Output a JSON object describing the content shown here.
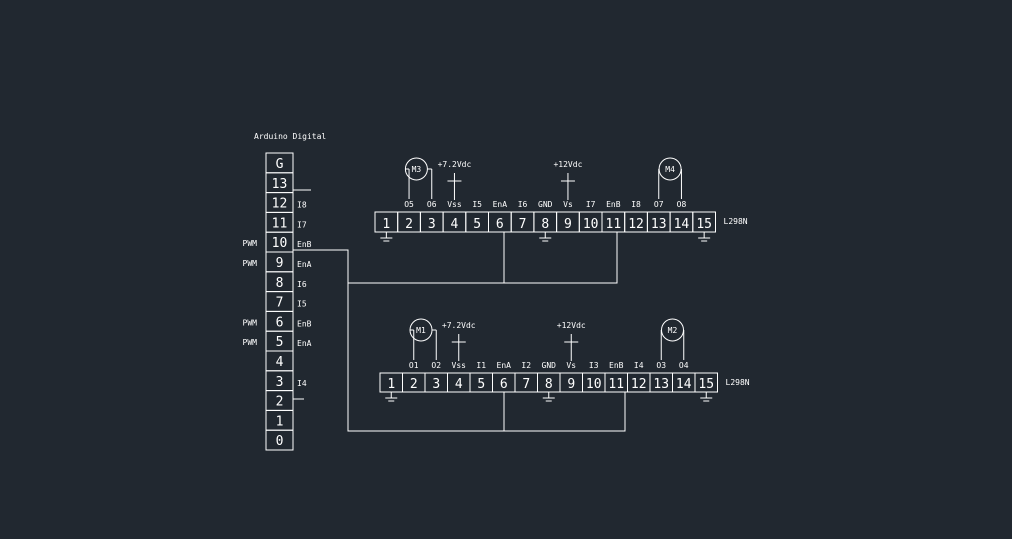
{
  "arduino": {
    "title": "Arduino Digital",
    "pins": [
      "G",
      "13",
      "12",
      "11",
      "10",
      "9",
      "8",
      "7",
      "6",
      "5",
      "4",
      "3",
      "2",
      "1",
      "0"
    ],
    "left_labels": {
      "10": "PWM",
      "9": "PWM",
      "6": "PWM",
      "5": "PWM"
    },
    "right_labels": {
      "12": "I8",
      "11": "I7",
      "10": "EnB",
      "9": "EnA",
      "8": "I6",
      "7": "I5",
      "6": "EnB",
      "5": "EnA",
      "3": "I4"
    }
  },
  "drivers": [
    {
      "name": "L298N",
      "pins": [
        "1",
        "2",
        "3",
        "4",
        "5",
        "6",
        "7",
        "8",
        "9",
        "10",
        "11",
        "12",
        "13",
        "14",
        "15"
      ],
      "pin_labels": {
        "2": "O5",
        "3": "O6",
        "4": "Vss",
        "5": "I5",
        "6": "EnA",
        "7": "I6",
        "8": "GND",
        "9": "Vs",
        "10": "I7",
        "11": "EnB",
        "12": "I8",
        "13": "O7",
        "14": "O8"
      },
      "supply_left": "+7.2Vdc",
      "supply_right": "+12Vdc",
      "motor_left": "M3",
      "motor_right": "M4"
    },
    {
      "name": "L298N",
      "pins": [
        "1",
        "2",
        "3",
        "4",
        "5",
        "6",
        "7",
        "8",
        "9",
        "10",
        "11",
        "12",
        "13",
        "14",
        "15"
      ],
      "pin_labels": {
        "2": "O1",
        "3": "O2",
        "4": "Vss",
        "5": "I1",
        "6": "EnA",
        "7": "I2",
        "8": "GND",
        "9": "Vs",
        "10": "I3",
        "11": "EnB",
        "12": "I4",
        "13": "O3",
        "14": "O4"
      },
      "supply_left": "+7.2Vdc",
      "supply_right": "+12Vdc",
      "motor_left": "M1",
      "motor_right": "M2"
    }
  ]
}
